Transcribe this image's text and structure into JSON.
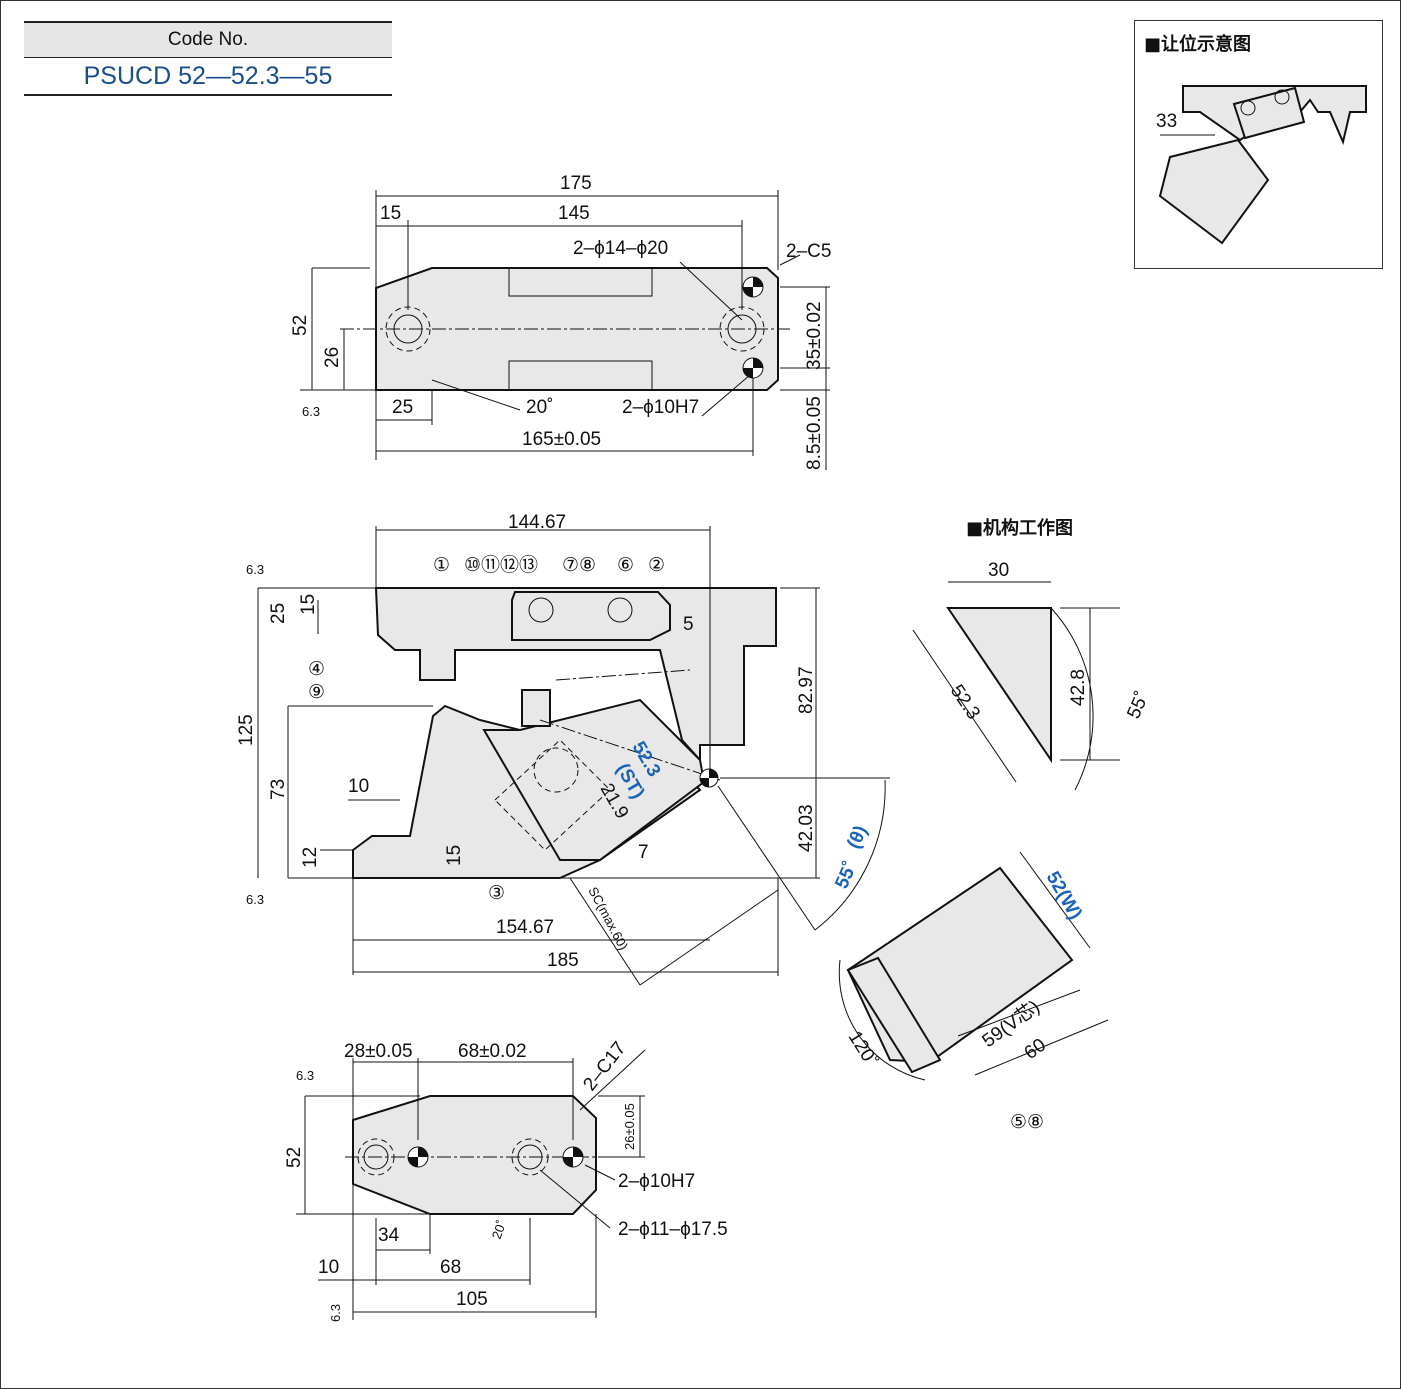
{
  "code_no_label": "Code No.",
  "code_no_value": "PSUCD 52—52.3—55",
  "inset_title": "■让位示意图",
  "inset_dim": "33",
  "mechanism_title": "■机构工作图",
  "top_view": {
    "d_175": "175",
    "d_15": "15",
    "d_145": "145",
    "holes_callout": "2–ϕ14–ϕ20",
    "chamfer": "2–C5",
    "d_52": "52",
    "d_26": "26",
    "d_35": "35±0.02",
    "d_8_5": "8.5±0.05",
    "d_25": "25",
    "angle_20": "20˚",
    "pins": "2–ϕ10H7",
    "d_165": "165±0.05",
    "roughness": "6.3"
  },
  "front_view": {
    "d_144_67": "144.67",
    "d_5": "5",
    "d_25": "25",
    "d_15": "15",
    "d_125": "125",
    "d_73": "73",
    "d_10": "10",
    "d_12": "12",
    "d_15b": "15",
    "d_82_97": "82.97",
    "d_42_03": "42.03",
    "d_52_3": "52.3",
    "st": "(ST)",
    "d_21_9": "21.9",
    "d_7": "7",
    "angle_55": "55˚",
    "theta": "(θ)",
    "d_154_67": "154.67",
    "d_185": "185",
    "sc": "SC(max.60)",
    "roughness": "6.3",
    "labels": [
      "①",
      "⑩⑪⑫⑬",
      "⑦⑧",
      "⑥",
      "②",
      "④",
      "⑨",
      "③"
    ]
  },
  "mechanism": {
    "d_30": "30",
    "d_52_3": "52.3",
    "d_42_8": "42.8",
    "angle_55": "55˚"
  },
  "wedge_view": {
    "w": "52(W)",
    "v": "59(V芯)",
    "d_60": "60",
    "angle_120": "120˚",
    "labels": "⑤⑧"
  },
  "bottom_view": {
    "d_28": "28±0.05",
    "d_68": "68±0.02",
    "chamfer": "2–C17",
    "d_52": "52",
    "d_26": "26±0.05",
    "pins": "2–ϕ10H7",
    "holes": "2–ϕ11–ϕ17.5",
    "d_34": "34",
    "angle_20": "20˚",
    "d_10": "10",
    "d_68b": "68",
    "d_105": "105",
    "roughness": "6.3"
  },
  "colors": {
    "accent_blue": "#1a63b5",
    "part_fill": "#e8e8e8"
  }
}
